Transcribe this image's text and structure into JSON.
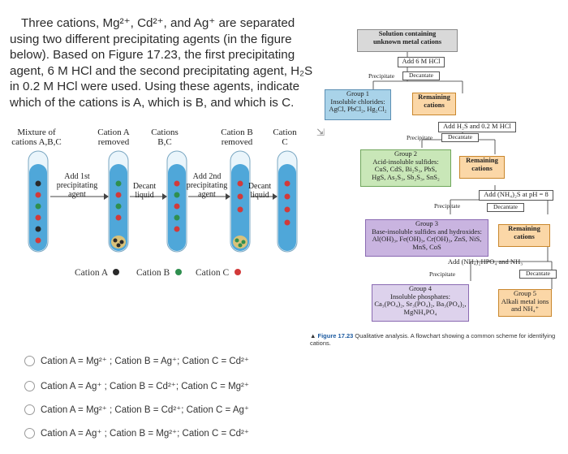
{
  "question": {
    "lines": [
      "Three cations, Mg²⁺, Cd²⁺, and Ag⁺ are separated",
      "using two different precipitating agents (in the figure",
      "below). Based on Figure 17.23, the first precipitating",
      "agent, 6 M HCl and the second precipitating agent, H₂S",
      "in 0.2 M HCl were used. Using these agents, indicate",
      "which of the cations is A, which is B, and which is C."
    ]
  },
  "tube_figure": {
    "labels": {
      "mixture": "Mixture of\ncations A,B,C",
      "cation_a_removed": "Cation A\nremoved",
      "cations_bc": "Cations\nB,C",
      "cation_b_removed": "Cation B\nremoved",
      "cation_c": "Cation\nC"
    },
    "arrows": {
      "add_1st": "Add 1st\nprecipitating\nagent",
      "decant_1": "Decant\nliquid",
      "add_2nd": "Add 2nd\nprecipitating\nagent",
      "decant_2": "Decant\nliquid"
    },
    "legend": {
      "a": "Cation A",
      "b": "Cation B",
      "c": "Cation C"
    },
    "colors": {
      "tube_liquid": "#4fa7d9",
      "cation_a": "#2a2a2a",
      "cation_b": "#2f8f4f",
      "cation_c": "#d23a3a",
      "precipitate": "#d9c27a"
    }
  },
  "flowchart": {
    "start": "Solution containing\nunknown metal cations",
    "step1": "Add 6 M HCl",
    "precipitate": "Precipitate",
    "decantate": "Decantate",
    "group1": "Group 1\nInsoluble chlorides:\nAgCl, PbCl₂, Hg₂Cl₂",
    "remaining": "Remaining\ncations",
    "step2": "Add H₂S and 0.2 M HCl",
    "group2": "Group 2\nAcid-insoluble sulfides:\nCuS, CdS, Bi₂S₃, PbS,\nHgS, As₂S₃, Sb₂S₃, SnS₂",
    "step3": "Add (NH₄)₂S at pH = 8",
    "group3": "Group 3\nBase-insoluble sulfides and hydroxides:\nAl(OH)₃, Fe(OH)₃, Cr(OH)₃, ZnS, NiS,\nMnS, CoS",
    "step4": "Add (NH₄)₂HPO₄ and NH₃",
    "group4": "Group 4\nInsoluble phosphates:\nCa₃(PO₄)₂, Sr₃(PO₄)₂, Ba₃(PO₄)₂,\nMgNH₄PO₄",
    "group5": "Group 5\nAlkali metal ions\nand NH₄⁺",
    "caption_label": "Figure 17.23",
    "caption_text": "Qualitative analysis. A flowchart showing a common scheme for identifying cations."
  },
  "options": [
    "Cation A = Mg²⁺ ; Cation B = Ag⁺; Cation C = Cd²⁺",
    "Cation A = Ag⁺ ; Cation B = Cd²⁺; Cation C = Mg²⁺",
    "Cation A = Mg²⁺ ; Cation B = Cd²⁺; Cation C = Ag⁺",
    "Cation A = Ag⁺ ; Cation B = Mg²⁺; Cation C = Cd²⁺"
  ]
}
